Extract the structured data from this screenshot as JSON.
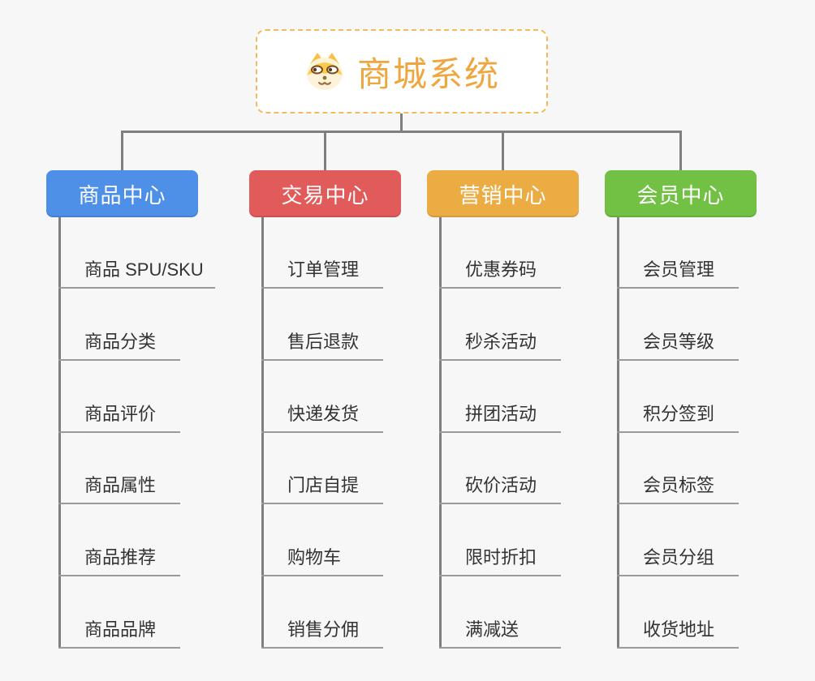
{
  "root": {
    "title": "商城系统",
    "icon": "shiba-dog-icon",
    "accent_color": "#F0A63E",
    "border_color": "#F3B95C"
  },
  "branches": [
    {
      "title": "商品中心",
      "color": "#4E90E8",
      "items": [
        "商品 SPU/SKU",
        "商品分类",
        "商品评价",
        "商品属性",
        "商品推荐",
        "商品品牌"
      ]
    },
    {
      "title": "交易中心",
      "color": "#E25B5B",
      "items": [
        "订单管理",
        "售后退款",
        "快递发货",
        "门店自提",
        "购物车",
        "销售分佣"
      ]
    },
    {
      "title": "营销中心",
      "color": "#ECAC44",
      "items": [
        "优惠券码",
        "秒杀活动",
        "拼团活动",
        "砍价活动",
        "限时折扣",
        "满减送"
      ]
    },
    {
      "title": "会员中心",
      "color": "#72C144",
      "items": [
        "会员管理",
        "会员等级",
        "积分签到",
        "会员标签",
        "会员分组",
        "收货地址"
      ]
    }
  ],
  "colors": {
    "background": "#F7F7F8",
    "connector_line": "#7F7F7F",
    "item_underline": "#9A9A9A",
    "item_text": "#333333"
  }
}
